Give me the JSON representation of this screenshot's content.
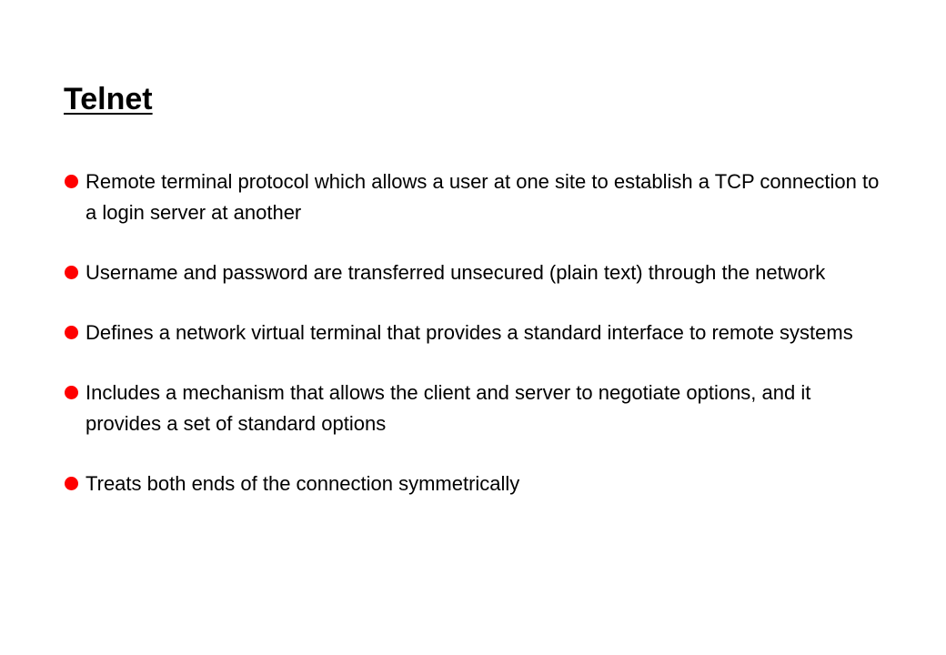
{
  "slide": {
    "title": "Telnet",
    "bullet_color": "#ff0000",
    "bullets": [
      "Remote terminal protocol which allows a user at one site to establish a TCP connection to a login server at another",
      "Username and password are transferred unsecured (plain text) through the network",
      "Defines a network virtual terminal that provides a standard interface to remote systems",
      "Includes a mechanism that allows the client and server to negotiate options, and it provides a set of standard options",
      "Treats both ends of the connection symmetrically"
    ]
  }
}
